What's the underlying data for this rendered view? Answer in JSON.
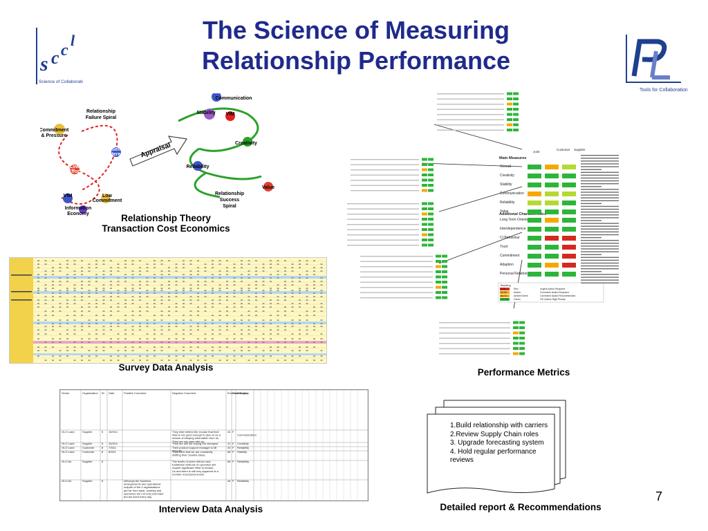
{
  "title": {
    "line1": "The Science of Measuring",
    "line2": "Relationship Performance"
  },
  "logos": {
    "left_text": "Science of Collaboration",
    "left_letters": "sccl",
    "right_text": "Tools for Collaboration",
    "right_letters": "PL"
  },
  "spiral": {
    "failure_label": "Relationship\nFailure Spiral",
    "success_label": "Relationship\nSuccess\nSpiral",
    "appraisal": "Appraisal",
    "nodes": [
      "Commitment & Pressure",
      "Self Interest",
      "Low Effort",
      "VfM",
      "Low Commitment",
      "Information Economy",
      "Communication",
      "Stability",
      "VfM",
      "Creativity",
      "Reliability",
      "Value"
    ]
  },
  "captions": {
    "theory_1": "Relationship Theory",
    "theory_2": "Transaction Cost Economics",
    "survey": "Survey Data Analysis",
    "metrics": "Performance Metrics",
    "interview": "Interview Data Analysis",
    "report": "Detailed report & Recommendations"
  },
  "metrics": {
    "headers": [
      "Joint",
      "Customer",
      "Supplier"
    ],
    "main_measures_title": "Main Measures",
    "main_measures": [
      "Overall",
      "Creativity",
      "Stability",
      "Communication",
      "Reliability",
      "Value"
    ],
    "additional_title": "Additional Characteristics",
    "additional": [
      "Long Term Orientation",
      "Interdependence",
      "CI Behaviour",
      "Trust",
      "Commitment",
      "Adaption",
      "Personal Relationships"
    ],
    "legend": {
      "title": "Banding",
      "rows": [
        [
          "0-49",
          "Red",
          "Urgent Action Required"
        ],
        [
          "50-59",
          "Amber",
          "Corrective Action Required"
        ],
        [
          "60-74",
          "Amber/Green",
          "Corrective Action Recommended"
        ],
        [
          "75-100",
          "Green",
          "OK Unless High Priority"
        ]
      ]
    },
    "colors": {
      "green": "#2db53a",
      "amber": "#f5a800",
      "red": "#d42a1e",
      "yellowgreen": "#b6d833"
    }
  },
  "interview": {
    "columns": [
      "Sector",
      "Organisation",
      "ID",
      "Date",
      "Positive Comment",
      "Negative Comment",
      "Evidence",
      "Classification",
      "Category"
    ],
    "rows": [
      [
        "OLO Land",
        "Supplier",
        "5",
        "15/3/11",
        "",
        "They hide behind the excuse that their data is not good enough to give us as a means of keeping information from us. They are not open with us.",
        "44",
        "F",
        "Communication"
      ],
      [
        "OLO Land",
        "Supplier",
        "5",
        "15/3/11",
        "",
        "They are still not buying the cheapest",
        "12",
        "F",
        "Creativity"
      ],
      [
        "OLO Land",
        "Customer",
        "8",
        "7/3/11",
        "",
        "Their product support manager is Mr Smooth",
        "33",
        "F",
        "Reliability"
      ],
      [
        "OLO Land",
        "Customer",
        "8",
        "8/3/11",
        "",
        "They think that we are constantly shifting their creative ideas.",
        "66",
        "F",
        "Stability"
      ],
      [
        "OLO Air",
        "Supplier",
        "6",
        "",
        "",
        "The levels of some drill-ion and traditional methods of operation will require significant effort to breach. Us and them is still very apparent at a number of personal levels.",
        "66",
        "F",
        "Reliability"
      ],
      [
        "OLO Air",
        "Supplier",
        "6",
        "",
        "Although the business arrangements and operational outputs of the 4 organisations are far from ideal, honesty and openness are not only promoted but are lived every day.",
        "",
        "46",
        "F",
        "Reliability"
      ]
    ]
  },
  "report": {
    "items": [
      "1.Build relationship with carriers",
      "2.Review Supply Chain roles",
      "3. Upgrade forecasting system",
      "4. Hold regular performance",
      "   reviews"
    ]
  },
  "page_number": "7"
}
